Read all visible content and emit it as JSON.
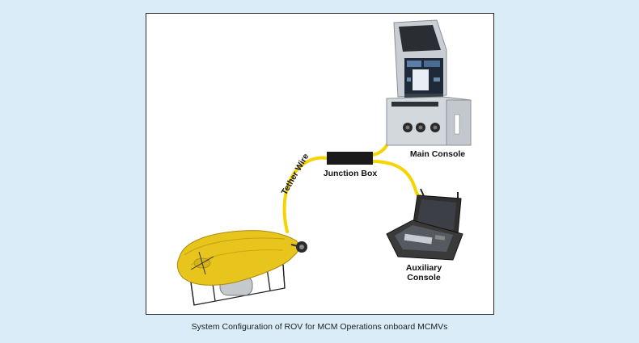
{
  "diagram": {
    "labels": {
      "main_console": "Main Console",
      "junction_box": "Junction Box",
      "auxiliary_console": "Auxiliary Console",
      "tether_wire": "Tether Wire"
    },
    "caption": "System Configuration of ROV for MCM Operations onboard MCMVs"
  },
  "colors": {
    "background": "#d9ecf7",
    "panel": "#ffffff",
    "cable": "#f5d400",
    "rov_body": "#e8c51c",
    "junction_box": "#1a1a1a",
    "console": "#cfd4d8"
  },
  "icons": [
    "rov-vehicle-icon",
    "main-console-icon",
    "auxiliary-console-icon",
    "junction-box-icon"
  ]
}
